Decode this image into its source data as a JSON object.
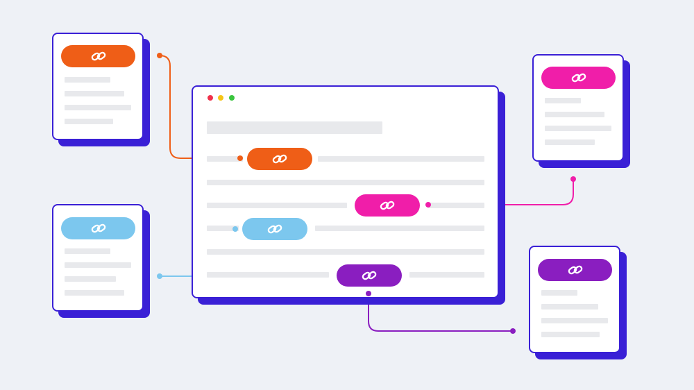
{
  "colors": {
    "background": "#eef1f6",
    "card_border": "#3a20d6",
    "placeholder": "#e8e9ec",
    "link_orange": "#ef5e17",
    "link_magenta": "#f01ea9",
    "link_lightblue": "#7cc7ee",
    "link_purple": "#8a1ec0",
    "window_red": "#f0314b",
    "window_yellow": "#f5c518",
    "window_green": "#3ac53e"
  },
  "icons": {
    "link": "chain-link-icon"
  },
  "window_controls": [
    "close-dot",
    "minimize-dot",
    "maximize-dot"
  ],
  "cards": [
    {
      "id": "top-left",
      "accent": "link_orange"
    },
    {
      "id": "mid-left",
      "accent": "link_lightblue"
    },
    {
      "id": "top-right",
      "accent": "link_magenta"
    },
    {
      "id": "bottom-right",
      "accent": "link_purple"
    }
  ],
  "inline_links": [
    {
      "id": "orange",
      "accent": "link_orange"
    },
    {
      "id": "magenta",
      "accent": "link_magenta"
    },
    {
      "id": "lightblue",
      "accent": "link_lightblue"
    },
    {
      "id": "purple",
      "accent": "link_purple"
    }
  ]
}
